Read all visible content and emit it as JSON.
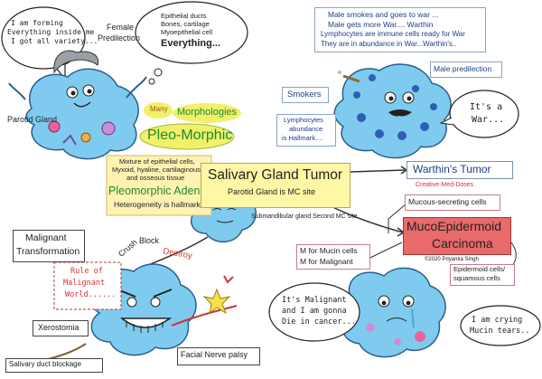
{
  "central": {
    "title": "Salivary Gland Tumor",
    "subtitle": "Parotid Gland is MC site",
    "second_site": "Submandibular gland Second MC site"
  },
  "pleomorphic": {
    "speech": [
      "I am forming",
      "Everything inside me",
      "I got all variety..."
    ],
    "female_predilection": [
      "Female",
      "Predilection"
    ],
    "thought": [
      "Epithelial ducts",
      "Bones, cartilage",
      "Myoepithelial cell",
      "Everything..."
    ],
    "parotid_label": "Parotid Gland",
    "many": "Many",
    "morphologies": "Morphologies",
    "pleo_morphic": "Pleo-Morphic",
    "mixture_lines": [
      "Mixture of epithelial cells,",
      "Myxoid, hyaline, cartilaginous,",
      "and osseous tissue"
    ],
    "name": "Pleomorphic Adenoma",
    "hallmark": "Heterogeneity is hallmark"
  },
  "warthin": {
    "story": [
      "Male smokes and goes to war ...",
      "Male gets more War.... Warthin",
      "Lymphocytes are immune cells ready for War",
      "They are in abundance in War...Warthin's.."
    ],
    "male_predilection": "Male predilection",
    "smokers": "Smokers",
    "lymphocytes": [
      "Lymphocytes",
      "abundance",
      "is Hallmark...."
    ],
    "war_speech": [
      "It's a",
      "War..."
    ],
    "title": "Warthin's Tumor",
    "credit": "Creative-Med-Doses"
  },
  "mucoepidermoid": {
    "mucous_cells": "Mucous-secreting cells",
    "title_1": "MucoEpidermoid",
    "title_2": "Carcinoma",
    "copyright": "©2020 Priyanka Singh",
    "m_lines": [
      "M for Mucin cells",
      "M for Malignant"
    ],
    "epidermoid": [
      "Epidermoid cells/",
      "squamous cells"
    ],
    "speech_left": [
      "It's Malignant",
      "and I am gonna",
      "Die in cancer..."
    ],
    "speech_right": [
      "I am crying",
      "Mucin tears.."
    ]
  },
  "malignant": {
    "title": [
      "Malignant",
      "Transformation"
    ],
    "crush": "Crush",
    "block": "Block",
    "destroy": "Destroy",
    "rule": [
      "Rule of",
      "Malignant",
      "World......"
    ],
    "xerostomia": "Xerostomia",
    "duct_blockage": "Salivary duct blockage",
    "facial_palsy": "Facial Nerve palsy"
  },
  "colors": {
    "tumor_blue": "#6fc4ec",
    "tumor_dark": "#2f6fb0",
    "green_text": "#1d8a2e",
    "red_text": "#d8322b",
    "central_fill": "#fff7a6",
    "muco_fill": "#e96a6a",
    "pleo_fill": "#f2f06a"
  }
}
